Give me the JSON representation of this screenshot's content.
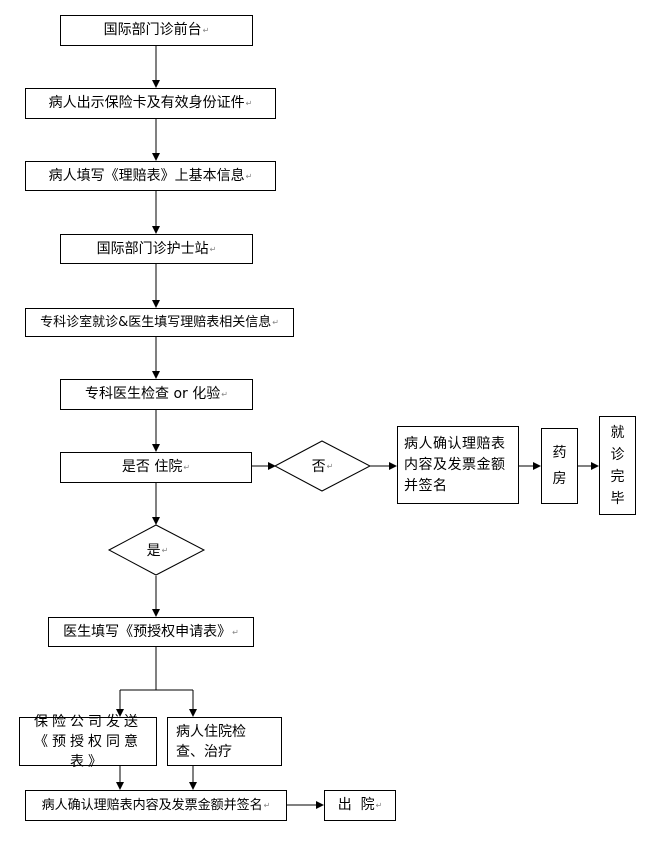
{
  "nodes": {
    "front_desk": "国际部门诊前台",
    "show_card": "病人出示保险卡及有效身份证件",
    "fill_form": "病人填写《理赔表》上基本信息",
    "nurse_station": "国际部门诊护士站",
    "specialist_visit": "专科诊室就诊&医生填写理赔表相关信息",
    "exam": "专科医生检查 or 化验",
    "is_hospitalized": "是否 住院",
    "no_label": "否",
    "yes_label": "是",
    "confirm_sign": "病人确认理赔表内容及发票金额并签名",
    "pharmacy": "药房",
    "visit_done": "就诊完毕",
    "pre_auth": "医生填写《预授权申请表》",
    "send_consent": "保险公司发送《预授权同意表》",
    "inpatient": "病人住院检查、治疗",
    "confirm_sign_2": "病人确认理赔表内容及发票金额并签名",
    "discharge": "出  院"
  },
  "line_color": "#000000"
}
